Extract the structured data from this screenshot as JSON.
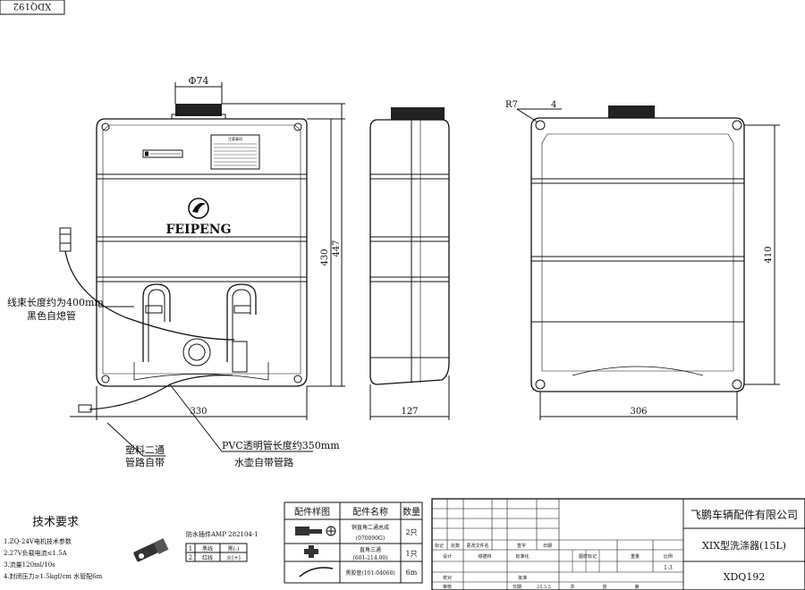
{
  "drawing_no_mirrored": "XDQ192",
  "top_view": {
    "dia_cap": "Φ74",
    "dim_height_inner": "430",
    "dim_height_outer": "447",
    "dim_width": "330",
    "brand": "FEIPENG",
    "label_plate_title": "注意事项",
    "harness_label_line1": "线束长度约为400mm",
    "harness_label_line2": "黑色自熄管",
    "tee_label_line1": "塑料二通",
    "tee_label_line2": "管路自带",
    "pvc_label_line1": "PVC透明管长度约350mm",
    "pvc_label_line2": "水壶自带管路"
  },
  "side_view": {
    "dim_depth": "127"
  },
  "back_view": {
    "dim_radius": "R7",
    "dim_hole": "4",
    "dim_height": "410",
    "dim_width": "306"
  },
  "tech_req": {
    "title": "技术要求",
    "items": [
      "1.ZQ-24V电机技术参数",
      "2.27V负载电流≤1.5A",
      "3.流量120ml/10s",
      "4.封闭压力≥1.5kgf/cm 水管配6m"
    ]
  },
  "connector": {
    "title": "防水插件AMP 282104-1",
    "rows": [
      {
        "no": "1",
        "color": "黑线",
        "pole": "黑(-)"
      },
      {
        "no": "2",
        "color": "红线",
        "pole": "火(+)"
      }
    ]
  },
  "parts_table": {
    "headers": [
      "配件样图",
      "配件名称",
      "数量"
    ],
    "rows": [
      {
        "name_line1": "铜直角二通总成",
        "name_line2": "(070090G)",
        "qty": "2只"
      },
      {
        "name_line1": "直角三通",
        "name_line2": "(601-214.00)",
        "qty": "1只"
      },
      {
        "name_line1": "黑胶管(101-04068)",
        "name_line2": "",
        "qty": "6m"
      }
    ]
  },
  "title_block": {
    "company": "飞鹏车辆配件有限公司",
    "product": "XIX型洗涤器(15L)",
    "drawing_no": "XDQ192",
    "scale": "1:3",
    "rev_headers": [
      "标记",
      "处数",
      "更改文件名",
      "签字",
      "日期"
    ],
    "design_row": [
      "设计",
      "缪德林",
      "标准化"
    ],
    "stage_headers": [
      "图样标记",
      "重量",
      "比例"
    ],
    "check_label": "校对",
    "audit_label": "审核",
    "approve_label": "批准",
    "date_label": "日期",
    "date_value": "25.5.5",
    "total_label": "共",
    "sheet_label": "张",
    "page_label": "第"
  }
}
